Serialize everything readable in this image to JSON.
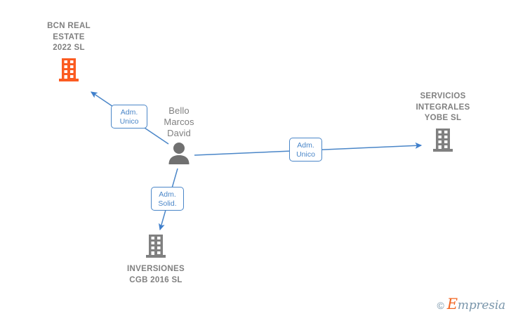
{
  "diagram": {
    "type": "corporate-relationship-graph",
    "background": "#ffffff",
    "colors": {
      "edge": "#4a86c8",
      "chip_border": "#4a86c8",
      "chip_text": "#4a86c8",
      "node_text": "#808080",
      "company_icon_gray": "#808080",
      "company_icon_highlight": "#fb5b21",
      "person_icon": "#707070",
      "watermark_text": "#7a96ab",
      "watermark_accent": "#f26522"
    },
    "nodes": [
      {
        "id": "bcn-real-estate",
        "kind": "company",
        "label": "BCN REAL\nESTATE\n2022  SL",
        "icon": "building-icon",
        "highlighted": true
      },
      {
        "id": "bello-marcos-david",
        "kind": "person",
        "label": "Bello\nMarcos\nDavid",
        "icon": "person-icon",
        "highlighted": false
      },
      {
        "id": "servicios-integrales-yobe",
        "kind": "company",
        "label": "SERVICIOS\nINTEGRALES\nYOBE SL",
        "icon": "building-icon",
        "highlighted": false
      },
      {
        "id": "inversiones-cgb-2016",
        "kind": "company",
        "label": "INVERSIONES\nCGB 2016  SL",
        "icon": "building-icon",
        "highlighted": false
      }
    ],
    "edges": [
      {
        "id": "edge-bello-to-bcn",
        "from": "bello-marcos-david",
        "to": "bcn-real-estate",
        "chip_label": "Adm.\nUnico",
        "direction": "up-left"
      },
      {
        "id": "edge-bello-to-yobe",
        "from": "bello-marcos-david",
        "to": "servicios-integrales-yobe",
        "chip_label": "Adm.\nUnico",
        "direction": "right"
      },
      {
        "id": "edge-bello-to-inversiones",
        "from": "bello-marcos-david",
        "to": "inversiones-cgb-2016",
        "chip_label": "Adm.\nSolid.",
        "direction": "down"
      }
    ]
  },
  "watermark": {
    "copyright_symbol": "©",
    "brand_initial": "E",
    "brand_rest": "mpresia"
  }
}
